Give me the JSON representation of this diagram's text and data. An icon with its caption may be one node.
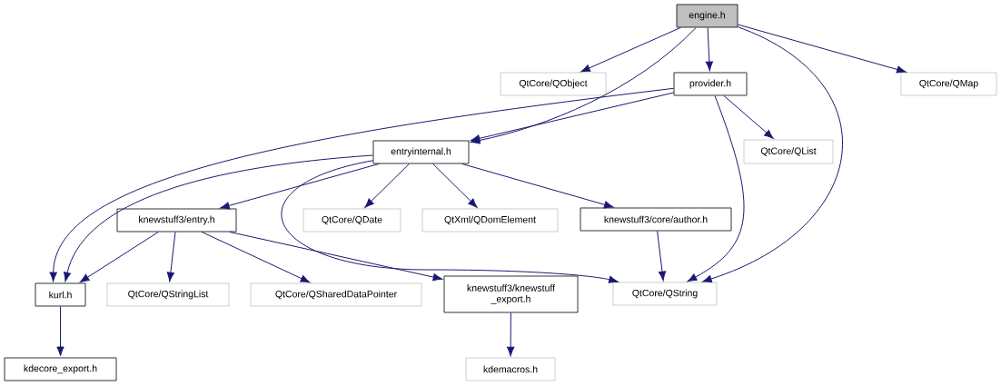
{
  "diagram": {
    "nodes": [
      {
        "text": [
          "engine.h"
        ]
      },
      {
        "text": [
          "QtCore/QObject"
        ]
      },
      {
        "text": [
          "provider.h"
        ]
      },
      {
        "text": [
          "QtCore/QMap"
        ]
      },
      {
        "text": [
          "QtCore/QList"
        ]
      },
      {
        "text": [
          "entryinternal.h"
        ]
      },
      {
        "text": [
          "knewstuff3/entry.h"
        ]
      },
      {
        "text": [
          "QtCore/QDate"
        ]
      },
      {
        "text": [
          "QtXml/QDomElement"
        ]
      },
      {
        "text": [
          "knewstuff3/core/author.h"
        ]
      },
      {
        "text": [
          "kurl.h"
        ]
      },
      {
        "text": [
          "QtCore/QStringList"
        ]
      },
      {
        "text": [
          "QtCore/QSharedDataPointer"
        ]
      },
      {
        "text": [
          "knewstuff3/knewstuff _export.h"
        ]
      },
      {
        "text": [
          "QtCore/QString"
        ]
      },
      {
        "text": [
          "kdecore_export.h"
        ]
      },
      {
        "text": [
          "kdemacros.h"
        ]
      }
    ],
    "edges": [
      {
        "from": 0,
        "to": 1,
        "arrow": "to"
      },
      {
        "from": 0,
        "to": 5,
        "arrow": "to"
      },
      {
        "from": 0,
        "to": 2,
        "arrow": "to"
      },
      {
        "from": 0,
        "to": 14,
        "arrow": "to"
      },
      {
        "from": 0,
        "to": 3,
        "arrow": "to"
      },
      {
        "from": 2,
        "to": 10,
        "arrow": "to"
      },
      {
        "from": 2,
        "to": 5,
        "arrow": "to"
      },
      {
        "from": 2,
        "to": 4,
        "arrow": "to"
      },
      {
        "from": 2,
        "to": 14,
        "arrow": "to"
      },
      {
        "from": 5,
        "to": 10,
        "arrow": "to"
      },
      {
        "from": 5,
        "to": 6,
        "arrow": "to"
      },
      {
        "from": 5,
        "to": 14,
        "arrow": "to"
      },
      {
        "from": 5,
        "to": 7,
        "arrow": "to"
      },
      {
        "from": 5,
        "to": 8,
        "arrow": "to"
      },
      {
        "from": 5,
        "to": 9,
        "arrow": "to"
      },
      {
        "from": 6,
        "to": 10,
        "arrow": "to"
      },
      {
        "from": 6,
        "to": 11,
        "arrow": "to"
      },
      {
        "from": 6,
        "to": 12,
        "arrow": "to"
      },
      {
        "from": 6,
        "to": 13,
        "arrow": "to"
      },
      {
        "from": 9,
        "to": 14,
        "arrow": "to"
      },
      {
        "from": 10,
        "to": 15,
        "arrow": "to"
      },
      {
        "from": 13,
        "to": 16,
        "arrow": "to"
      }
    ]
  }
}
